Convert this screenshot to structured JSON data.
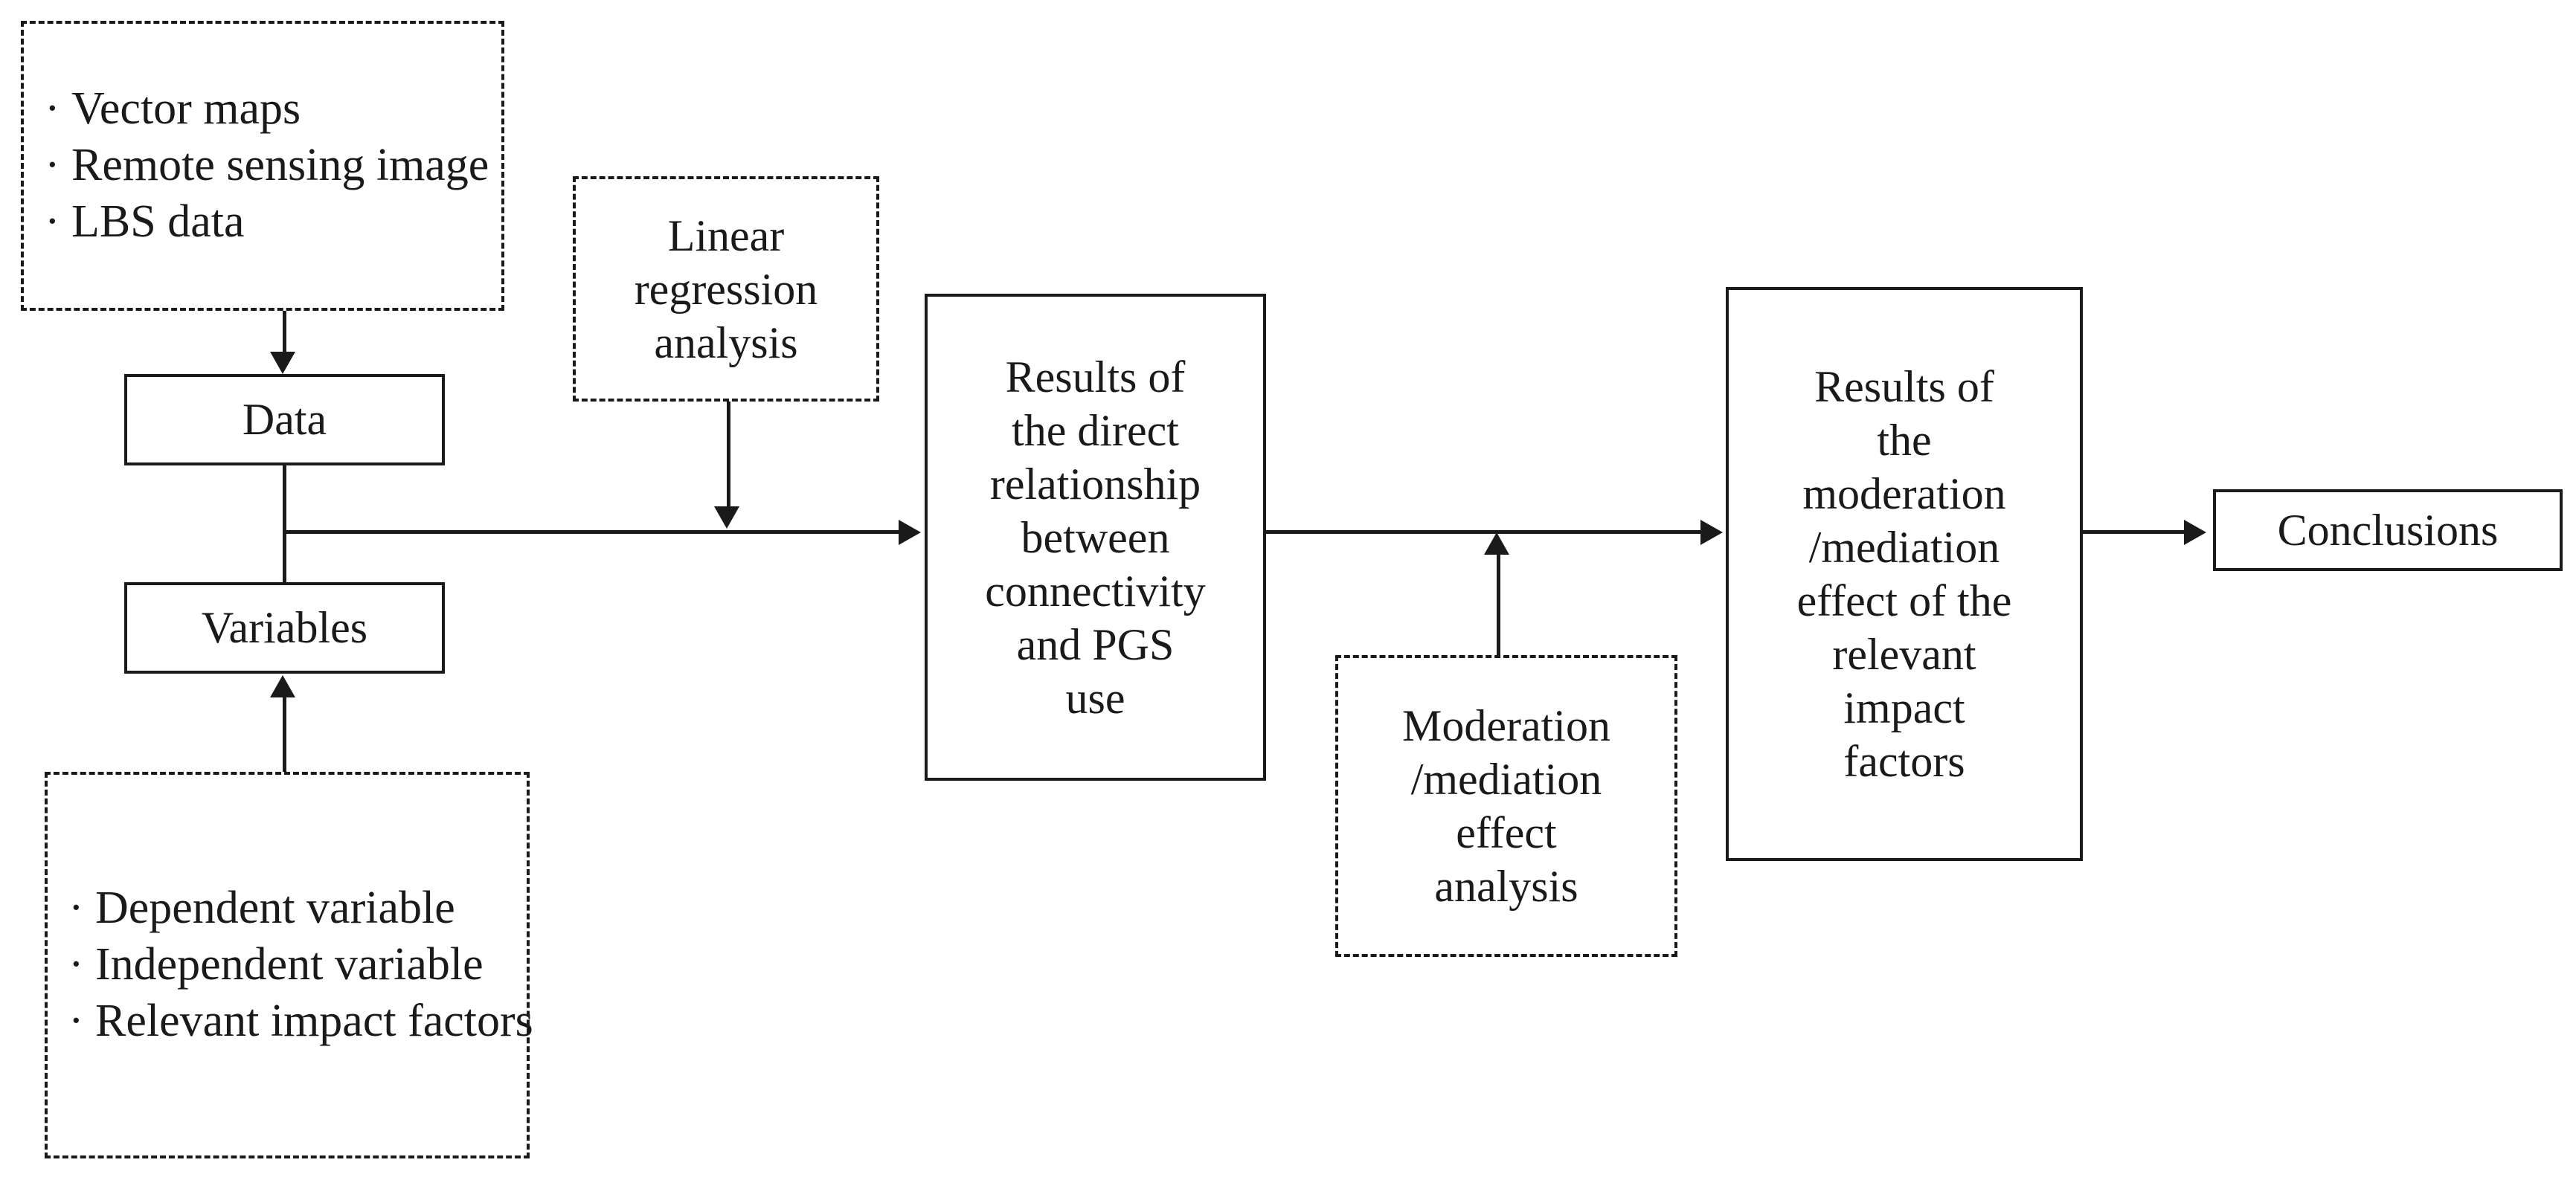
{
  "diagram": {
    "title": "Research framework flowchart",
    "background_color": "#ffffff",
    "stroke_color": "#1a1a1a"
  },
  "nodes": {
    "data_sources": {
      "style": "dashed",
      "items": [
        "Vector maps",
        "Remote sensing image",
        "LBS data"
      ],
      "bullet_glyph": "·"
    },
    "data": {
      "style": "solid",
      "label": "Data"
    },
    "variables": {
      "style": "solid",
      "label": "Variables"
    },
    "variable_types": {
      "style": "dashed",
      "items": [
        "Dependent variable",
        "Independent variable",
        "Relevant impact factors"
      ],
      "bullet_glyph": "·"
    },
    "linear_regression": {
      "style": "dashed",
      "lines": [
        "Linear",
        "regression",
        "analysis"
      ]
    },
    "direct_results": {
      "style": "solid",
      "lines": [
        "Results of",
        "the direct",
        "relationship",
        "between",
        "connectivity",
        "and PGS",
        "use"
      ]
    },
    "moderation_analysis": {
      "style": "dashed",
      "lines": [
        "Moderation",
        "/mediation",
        "effect",
        "analysis"
      ]
    },
    "moderation_results": {
      "style": "solid",
      "lines": [
        "Results of",
        "the",
        "moderation",
        "/mediation",
        "effect of the",
        "relevant",
        "impact",
        "factors"
      ]
    },
    "conclusions": {
      "style": "solid",
      "label": "Conclusions"
    }
  },
  "connectors": [
    {
      "name": "data-sources-to-data",
      "from": "data_sources",
      "to": "data",
      "direction": "down",
      "arrow": true
    },
    {
      "name": "data-to-variables-trunk",
      "from": "data",
      "to": "variables",
      "direction": "down",
      "arrow": false
    },
    {
      "name": "variable-types-to-variables",
      "from": "variable_types",
      "to": "variables",
      "direction": "up",
      "arrow": true
    },
    {
      "name": "variables-trunk-to-direct-results",
      "from": "data",
      "to": "direct_results",
      "direction": "right",
      "arrow": true
    },
    {
      "name": "linear-regression-to-main-line",
      "from": "linear_regression",
      "to": "variables-trunk-to-direct-results",
      "direction": "down",
      "arrow": true
    },
    {
      "name": "direct-results-to-moderation-results",
      "from": "direct_results",
      "to": "moderation_results",
      "direction": "right",
      "arrow": true
    },
    {
      "name": "moderation-analysis-to-main-line",
      "from": "moderation_analysis",
      "to": "direct-results-to-moderation-results",
      "direction": "up",
      "arrow": true
    },
    {
      "name": "moderation-results-to-conclusions",
      "from": "moderation_results",
      "to": "conclusions",
      "direction": "right",
      "arrow": true
    }
  ]
}
